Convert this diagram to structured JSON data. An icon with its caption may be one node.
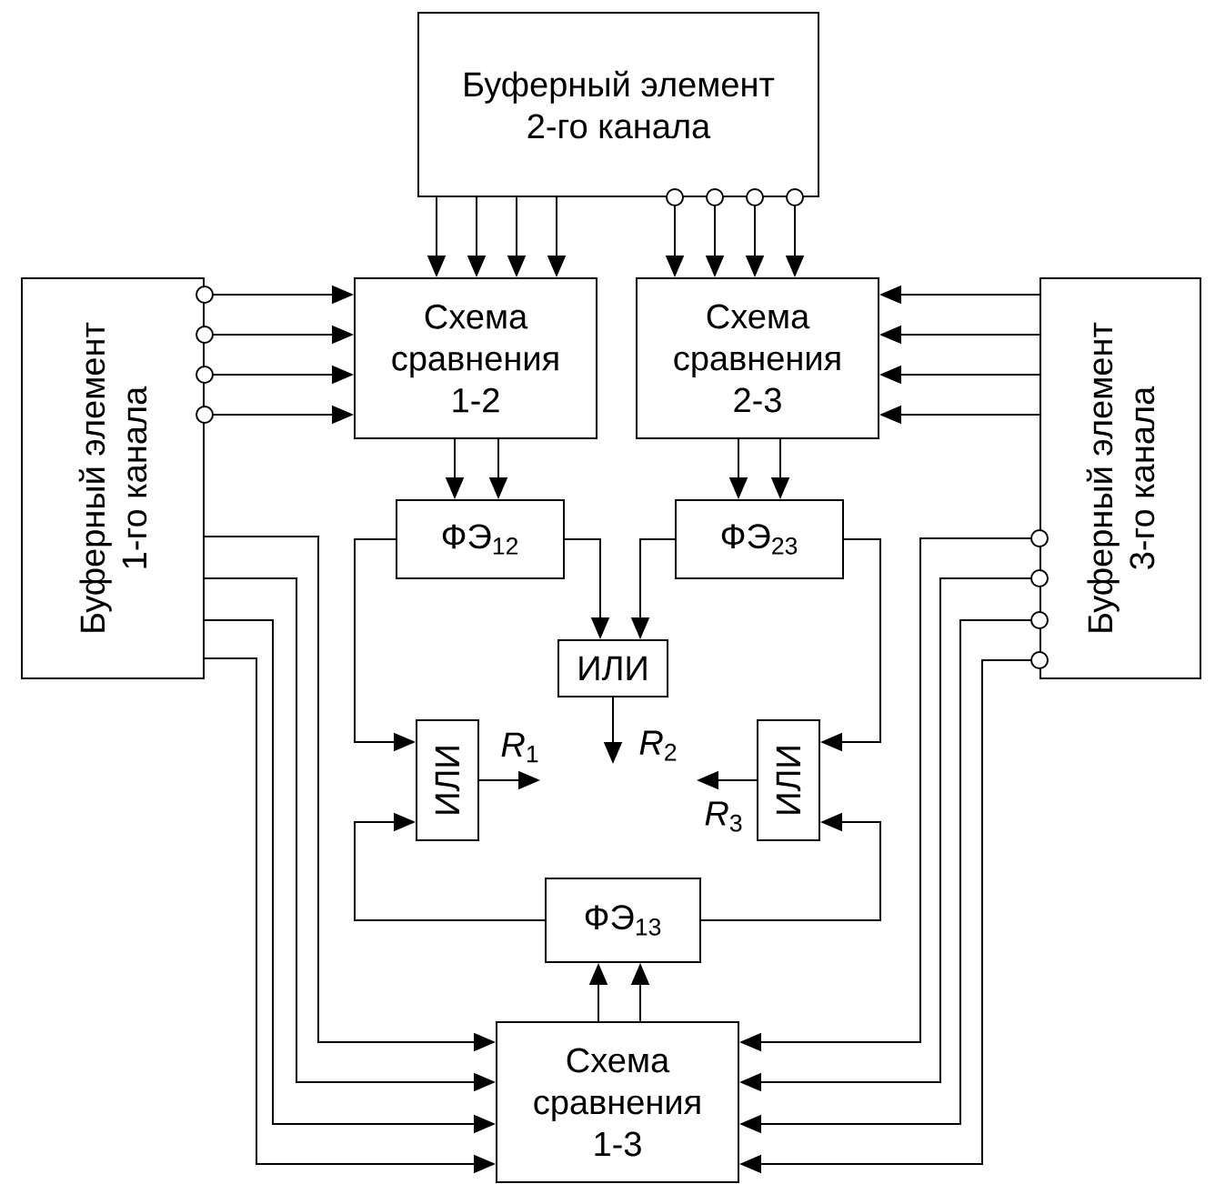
{
  "diagram": {
    "nodes": [
      {
        "text": [
          "Буферный элемент 2-го канала"
        ]
      },
      {
        "text": [
          "Буферный элемент 1-го канала"
        ]
      },
      {
        "text": [
          "Схема сравнения 1-2"
        ]
      },
      {
        "text": [
          "Схема сравнения 2-3"
        ]
      },
      {
        "text": [
          "Буферный элемент 3-го канала"
        ]
      },
      {
        "text": [
          "ФЭ$_{12}$"
        ]
      },
      {
        "text": [
          "ФЭ$_{23}$"
        ]
      },
      {
        "text": [
          "ИЛИ"
        ]
      },
      {
        "text": [
          "ИЛИ"
        ]
      },
      {
        "text": [
          "ИЛИ"
        ]
      },
      {
        "text": [
          "ФЭ$_{13}$"
        ]
      },
      {
        "text": [
          "Схема сравнения 1-3"
        ]
      }
    ],
    "edges": [
      {
        "from": 0,
        "to": 2,
        "arrow": "to"
      },
      {
        "from": 0,
        "to": 2,
        "arrow": "to"
      },
      {
        "from": 0,
        "to": 2,
        "arrow": "to"
      },
      {
        "from": 0,
        "to": 2,
        "arrow": "to"
      },
      {
        "from": 0,
        "to": 3,
        "arrow": "to"
      },
      {
        "from": 0,
        "to": 3,
        "arrow": "to"
      },
      {
        "from": 0,
        "to": 3,
        "arrow": "to"
      },
      {
        "from": 0,
        "to": 3,
        "arrow": "to"
      },
      {
        "from": 1,
        "to": 2,
        "arrow": "to"
      },
      {
        "from": 1,
        "to": 2,
        "arrow": "to"
      },
      {
        "from": 1,
        "to": 2,
        "arrow": "to"
      },
      {
        "from": 1,
        "to": 2,
        "arrow": "to"
      },
      {
        "from": 1,
        "to": 11,
        "arrow": "to"
      },
      {
        "from": 1,
        "to": 11,
        "arrow": "to"
      },
      {
        "from": 1,
        "to": 11,
        "arrow": "to"
      },
      {
        "from": 1,
        "to": 11,
        "arrow": "to"
      },
      {
        "from": 4,
        "to": 3,
        "arrow": "to"
      },
      {
        "from": 4,
        "to": 3,
        "arrow": "to"
      },
      {
        "from": 4,
        "to": 3,
        "arrow": "to"
      },
      {
        "from": 4,
        "to": 3,
        "arrow": "to"
      },
      {
        "from": 4,
        "to": 11,
        "arrow": "to"
      },
      {
        "from": 4,
        "to": 11,
        "arrow": "to"
      },
      {
        "from": 4,
        "to": 11,
        "arrow": "to"
      },
      {
        "from": 4,
        "to": 11,
        "arrow": "to"
      },
      {
        "from": 2,
        "to": 5,
        "arrow": "to"
      },
      {
        "from": 2,
        "to": 5,
        "arrow": "to"
      },
      {
        "from": 3,
        "to": 6,
        "arrow": "to"
      },
      {
        "from": 3,
        "to": 6,
        "arrow": "to"
      },
      {
        "from": 11,
        "to": 10,
        "arrow": "to"
      },
      {
        "from": 11,
        "to": 10,
        "arrow": "to"
      },
      {
        "from": 5,
        "to": 7,
        "arrow": "to"
      },
      {
        "from": 6,
        "to": 7,
        "arrow": "to"
      },
      {
        "from": 5,
        "to": 8,
        "arrow": "to"
      },
      {
        "from": 6,
        "to": 9,
        "arrow": "to"
      },
      {
        "from": 10,
        "to": 8,
        "arrow": "to"
      },
      {
        "from": 10,
        "to": 9,
        "arrow": "to"
      },
      {
        "from": 8,
        "to": null,
        "arrow": "to",
        "label": "*R*$_{1}$"
      },
      {
        "from": 7,
        "to": null,
        "arrow": "to",
        "label": "*R*$_{2}$"
      },
      {
        "from": 9,
        "to": null,
        "arrow": "to",
        "label": "*R*$_{3}$"
      }
    ]
  }
}
